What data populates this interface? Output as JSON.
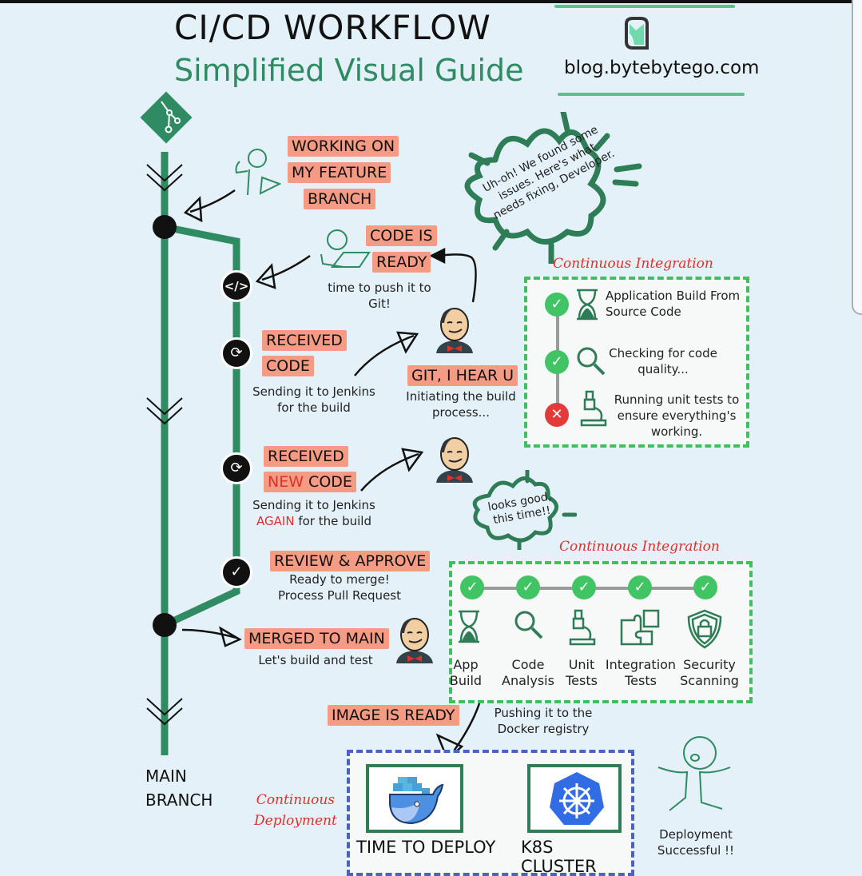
{
  "header": {
    "title": "CI/CD WORKFLOW",
    "subtitle": "Simplified Visual Guide",
    "brand_url": "blog.bytebytego.com",
    "brand_logo_icon": "bytebytego-logo-icon"
  },
  "colors": {
    "background": "#e4f1f8",
    "branch_green": "#2e8b62",
    "tag_salmon": "#f59b84",
    "check_green": "#40c464",
    "fail_red": "#e53a3a",
    "ci_border": "#3fbf5f",
    "cd_border": "#4a63c0",
    "accent_red_text": "#e0302a"
  },
  "timeline": {
    "main_branch_label": [
      "MAIN",
      "BRANCH"
    ],
    "steps": [
      {
        "id": "feature",
        "tag_lines": [
          "WORKING ON",
          "MY FEATURE",
          "BRANCH"
        ],
        "icon": "developer-flexing-icon"
      },
      {
        "id": "code-ready",
        "tag_lines": [
          "CODE IS",
          "READY"
        ],
        "note": "time to push it to Git!",
        "icon": "developer-laptop-icon",
        "node_icon": "code-brackets-icon"
      },
      {
        "id": "received",
        "tag_lines": [
          "RECEIVED",
          "CODE"
        ],
        "note": "Sending it to Jenkins for the build",
        "node_icon": "sync-icon"
      },
      {
        "id": "received-new",
        "tag_line1": "RECEIVED",
        "tag_line2_red": "NEW",
        "tag_line2_rest": " CODE",
        "note_red": "AGAIN",
        "note_line1": "Sending it to Jenkins",
        "note_line2_rest": " for the build",
        "node_icon": "sync-icon"
      },
      {
        "id": "review",
        "tag": "REVIEW & APPROVE",
        "note_lines": [
          "Ready to merge!",
          "Process Pull Request"
        ],
        "node_icon": "check-circle-icon"
      },
      {
        "id": "merged",
        "tag": "MERGED TO MAIN",
        "note": "Let's build and test"
      }
    ]
  },
  "jenkins": {
    "first": {
      "tag": "GIT, I HEAR U",
      "note": "Initiating the build process..."
    },
    "bubble_fail": "Uh-oh! We found some issues. Here's what needs fixing, Developer.",
    "bubble_ok": "looks good, this time!!"
  },
  "ci_first": {
    "label": "Continuous Integration",
    "steps": [
      {
        "status": "pass",
        "icon": "hourglass-icon",
        "text": "Application Build From Source Code"
      },
      {
        "status": "pass",
        "icon": "magnifier-icon",
        "text": "Checking for code quality..."
      },
      {
        "status": "fail",
        "icon": "microscope-icon",
        "text": "Running unit tests to ensure everything's working."
      }
    ]
  },
  "ci_second": {
    "label": "Continuous Integration",
    "steps": [
      {
        "status": "pass",
        "icon": "hourglass-icon",
        "label_lines": [
          "App",
          "Build"
        ]
      },
      {
        "status": "pass",
        "icon": "magnifier-icon",
        "label_lines": [
          "Code",
          "Analysis"
        ]
      },
      {
        "status": "pass",
        "icon": "microscope-icon",
        "label_lines": [
          "Unit",
          "Tests"
        ]
      },
      {
        "status": "pass",
        "icon": "puzzle-icon",
        "label_lines": [
          "Integration",
          "Tests"
        ]
      },
      {
        "status": "pass",
        "icon": "shield-lock-icon",
        "label_lines": [
          "Security",
          "Scanning"
        ]
      }
    ]
  },
  "cd": {
    "image_tag": "IMAGE IS READY",
    "push_note": "Pushing it to the Docker registry",
    "label_lines": [
      "Continuous",
      "Deployment"
    ],
    "docker_caption": "TIME TO DEPLOY",
    "k8s_caption": "K8S CLUSTER",
    "success_note": "Deployment Successful !!"
  }
}
